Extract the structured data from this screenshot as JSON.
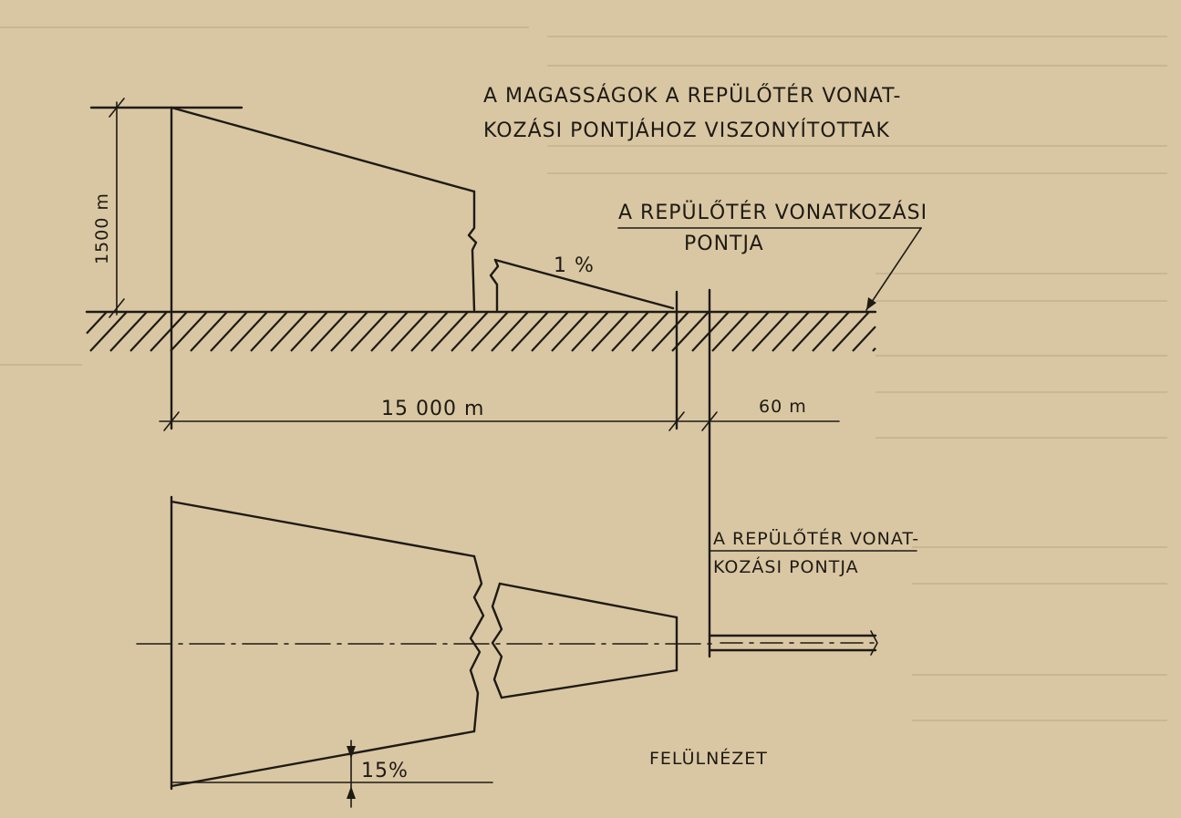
{
  "colors": {
    "paper": "#d9c7a3",
    "ink": "#1e1a14",
    "faded_text": "#7a6a50"
  },
  "notes": {
    "heights_note_line1": "A MAGASSÁGOK A REPÜLŐTÉR VONAT-",
    "heights_note_line2": "KOZÁSI PONTJÁHOZ VISZONYÍTOTTAK"
  },
  "side_view": {
    "reference_label_line1": "A REPÜLŐTÉR VONATKOZÁSI",
    "reference_label_line2": "PONTJA",
    "height_dim": "1500 m",
    "slope_label": "1 %",
    "length_dim": "15 000 m",
    "offset_dim": "60 m"
  },
  "plan_view": {
    "reference_label_line1": "A REPÜLŐTÉR VONAT-",
    "reference_label_line2": "KOZÁSI PONTJA",
    "divergence_label": "15%",
    "view_title": "FELÜLNÉZET"
  }
}
